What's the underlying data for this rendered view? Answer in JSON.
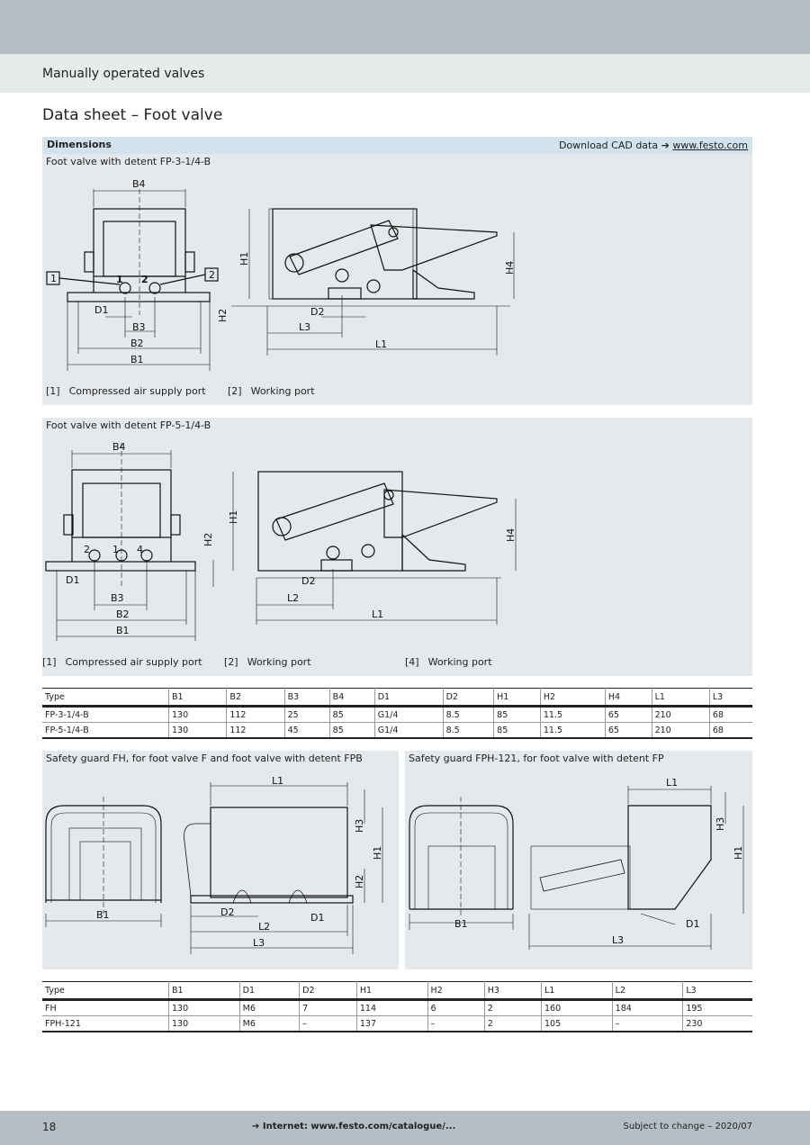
{
  "header": {
    "section": "Manually operated valves",
    "title": "Data sheet – Foot valve"
  },
  "dimensions": {
    "label": "Dimensions",
    "cad_prefix": "Download CAD data ➔",
    "cad_link": "www.festo.com"
  },
  "fig1": {
    "caption": "Foot valve with detent FP-3-1/4-B",
    "labels": {
      "B4": "B4",
      "B3": "B3",
      "B2": "B2",
      "B1": "B1",
      "D1": "D1",
      "D2": "D2",
      "H1": "H1",
      "H2": "H2",
      "H4": "H4",
      "L1": "L1",
      "L3": "L3",
      "p1": "1",
      "p2": "2",
      "c1": "1",
      "c2": "2"
    },
    "legend": [
      {
        "num": "[1]",
        "text": "Compressed air supply port"
      },
      {
        "num": "[2]",
        "text": "Working port"
      }
    ]
  },
  "fig2": {
    "caption": "Foot valve with detent FP-5-1/4-B",
    "labels": {
      "B4": "B4",
      "B3": "B3",
      "B2": "B2",
      "B1": "B1",
      "D1": "D1",
      "D2": "D2",
      "H1": "H1",
      "H2": "H2",
      "H4": "H4",
      "L1": "L1",
      "L2": "L2",
      "p2": "2",
      "p1": "1",
      "p4": "4"
    },
    "legend": [
      {
        "num": "[1]",
        "text": "Compressed air supply port"
      },
      {
        "num": "[2]",
        "text": "Working port"
      },
      {
        "num": "[4]",
        "text": "Working port"
      }
    ]
  },
  "table1": {
    "headers": [
      "Type",
      "B1",
      "B2",
      "B3",
      "B4",
      "D1",
      "D2",
      "H1",
      "H2",
      "H4",
      "L1",
      "L3"
    ],
    "rows": [
      [
        "FP-3-1/4-B",
        "130",
        "112",
        "25",
        "85",
        "G1/4",
        "8.5",
        "85",
        "11.5",
        "65",
        "210",
        "68"
      ],
      [
        "FP-5-1/4-B",
        "130",
        "112",
        "45",
        "85",
        "G1/4",
        "8.5",
        "85",
        "11.5",
        "65",
        "210",
        "68"
      ]
    ]
  },
  "fig3": {
    "caption": "Safety guard FH, for foot valve F and foot valve with detent FPB",
    "labels": {
      "L1": "L1",
      "H3": "H3",
      "H1": "H1",
      "H2": "H2",
      "B1": "B1",
      "D2": "D2",
      "D1": "D1",
      "L2": "L2",
      "L3": "L3"
    }
  },
  "fig4": {
    "caption": "Safety guard FPH-121, for foot valve with detent FP",
    "labels": {
      "L1": "L1",
      "H3": "H3",
      "H1": "H1",
      "B1": "B1",
      "D1": "D1",
      "L3": "L3"
    }
  },
  "table2": {
    "headers": [
      "Type",
      "B1",
      "D1",
      "D2",
      "H1",
      "H2",
      "H3",
      "L1",
      "L2",
      "L3"
    ],
    "rows": [
      [
        "FH",
        "130",
        "M6",
        "7",
        "114",
        "6",
        "2",
        "160",
        "184",
        "195"
      ],
      [
        "FPH-121",
        "130",
        "M6",
        "–",
        "137",
        "–",
        "2",
        "105",
        "–",
        "230"
      ]
    ]
  },
  "footer": {
    "page": "18",
    "url": "➔ Internet: www.festo.com/catalogue/...",
    "note": "Subject to change – 2020/07"
  }
}
